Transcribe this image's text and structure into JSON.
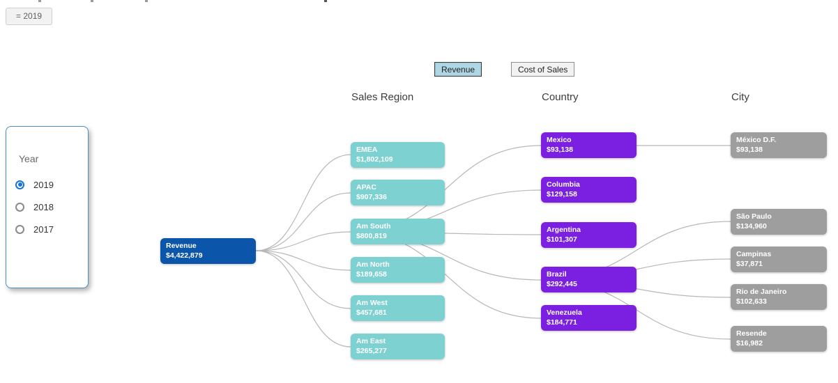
{
  "filter_chip": {
    "label": "= 2019"
  },
  "measure_buttons": [
    {
      "label": "Revenue",
      "selected": true
    },
    {
      "label": "Cost of Sales",
      "selected": false
    }
  ],
  "column_headers": [
    "Sales Region",
    "Country",
    "City"
  ],
  "year_panel": {
    "title": "Year",
    "options": [
      {
        "label": "2019",
        "selected": true
      },
      {
        "label": "2018",
        "selected": false
      },
      {
        "label": "2017",
        "selected": false
      }
    ]
  },
  "tree": {
    "root": {
      "label": "Revenue",
      "value": "$4,422,879"
    },
    "regions": [
      {
        "label": "EMEA",
        "value": "$1,802,109"
      },
      {
        "label": "APAC",
        "value": "$907,336"
      },
      {
        "label": "Am South",
        "value": "$800,819"
      },
      {
        "label": "Am North",
        "value": "$189,658"
      },
      {
        "label": "Am West",
        "value": "$457,681"
      },
      {
        "label": "Am East",
        "value": "$265,277"
      }
    ],
    "countries": [
      {
        "label": "Mexico",
        "value": "$93,138"
      },
      {
        "label": "Columbia",
        "value": "$129,158"
      },
      {
        "label": "Argentina",
        "value": "$101,307"
      },
      {
        "label": "Brazil",
        "value": "$292,445"
      },
      {
        "label": "Venezuela",
        "value": "$184,771"
      }
    ],
    "cities": [
      {
        "label": "México D.F.",
        "value": "$93,138"
      },
      {
        "label": "São Paulo",
        "value": "$134,960"
      },
      {
        "label": "Campinas",
        "value": "$37,871"
      },
      {
        "label": "Rio de Janeiro",
        "value": "$102,633"
      },
      {
        "label": "Resende",
        "value": "$16,982"
      }
    ]
  },
  "colors": {
    "root_node": "#0b55ab",
    "region_node": "#7ed1d1",
    "country_node": "#7b1fe0",
    "city_node": "#9e9e9e",
    "link": "#b8b8b8",
    "selected_button_bg": "#aed6e4",
    "radio_accent": "#1774d1",
    "panel_border": "#4a90c2"
  },
  "chart_data": {
    "type": "tree",
    "title": "Revenue decomposition tree",
    "measure_options": [
      "Revenue",
      "Cost of Sales"
    ],
    "selected_measure": "Revenue",
    "filters": {
      "Year": "2019"
    },
    "levels": [
      "Sales Region",
      "Country",
      "City"
    ],
    "root": {
      "label": "Revenue",
      "value": 4422879
    },
    "nodes": [
      {
        "label": "EMEA",
        "parent": "Revenue",
        "level": "Sales Region",
        "value": 1802109
      },
      {
        "label": "APAC",
        "parent": "Revenue",
        "level": "Sales Region",
        "value": 907336
      },
      {
        "label": "Am South",
        "parent": "Revenue",
        "level": "Sales Region",
        "value": 800819
      },
      {
        "label": "Am North",
        "parent": "Revenue",
        "level": "Sales Region",
        "value": 189658
      },
      {
        "label": "Am West",
        "parent": "Revenue",
        "level": "Sales Region",
        "value": 457681
      },
      {
        "label": "Am East",
        "parent": "Revenue",
        "level": "Sales Region",
        "value": 265277
      },
      {
        "label": "Mexico",
        "parent": "Am South",
        "level": "Country",
        "value": 93138
      },
      {
        "label": "Columbia",
        "parent": "Am South",
        "level": "Country",
        "value": 129158
      },
      {
        "label": "Argentina",
        "parent": "Am South",
        "level": "Country",
        "value": 101307
      },
      {
        "label": "Brazil",
        "parent": "Am South",
        "level": "Country",
        "value": 292445
      },
      {
        "label": "Venezuela",
        "parent": "Am South",
        "level": "Country",
        "value": 184771
      },
      {
        "label": "México D.F.",
        "parent": "Mexico",
        "level": "City",
        "value": 93138
      },
      {
        "label": "São Paulo",
        "parent": "Brazil",
        "level": "City",
        "value": 134960
      },
      {
        "label": "Campinas",
        "parent": "Brazil",
        "level": "City",
        "value": 37871
      },
      {
        "label": "Rio de Janeiro",
        "parent": "Brazil",
        "level": "City",
        "value": 102633
      },
      {
        "label": "Resende",
        "parent": "Brazil",
        "level": "City",
        "value": 16982
      }
    ]
  }
}
